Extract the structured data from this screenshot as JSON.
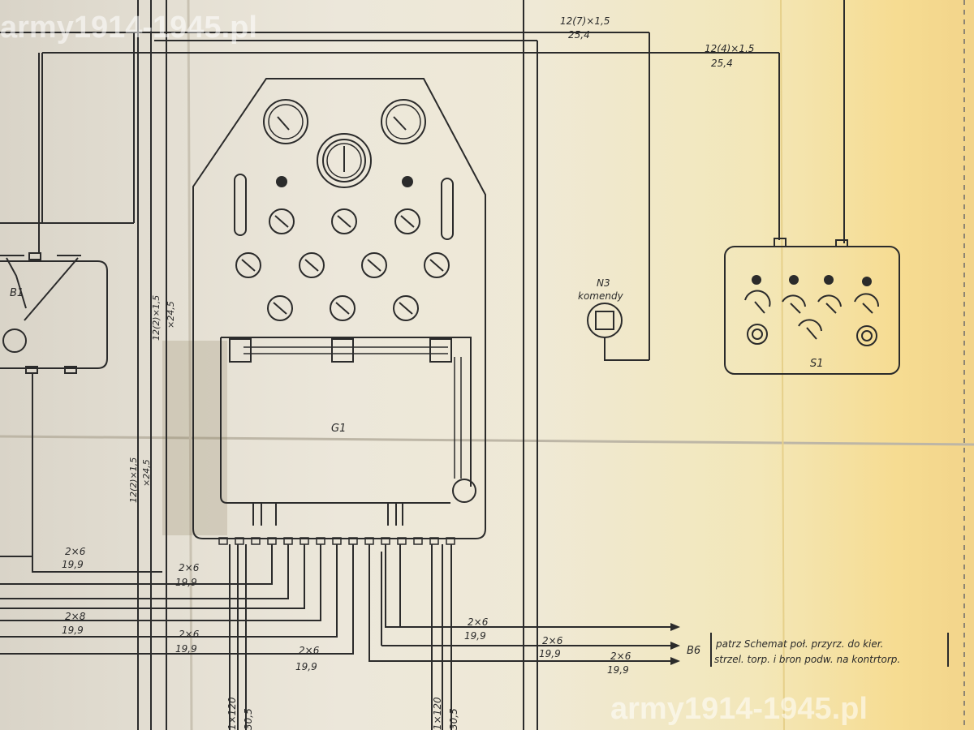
{
  "watermark_top": "army1914-1945.pl",
  "watermark_bottom": "army1914-1945.pl",
  "cable_top_1": {
    "spec": "12(7)×1,5",
    "len": "25,4"
  },
  "cable_top_2": {
    "spec": "12(4)×1,5",
    "len": "25,4"
  },
  "cable_left_1": {
    "spec": "12(2)×1,5",
    "len": "×24,5"
  },
  "cable_left_2": {
    "spec": "12(2)×1,5",
    "len": "×24,5"
  },
  "components": {
    "b1": "B1",
    "g1": "G1",
    "s1": "S1",
    "n3_code": "N3",
    "n3_name": "komendy"
  },
  "wires": [
    {
      "spec": "2×6",
      "len": "19,9"
    },
    {
      "spec": "2×6",
      "len": "19,9"
    },
    {
      "spec": "2×8",
      "len": "19,9"
    },
    {
      "spec": "2×6",
      "len": "19,9"
    },
    {
      "spec": "2×6",
      "len": "19,9"
    },
    {
      "spec": "2×6",
      "len": "19,9"
    },
    {
      "spec": "2×6",
      "len": "19,9"
    },
    {
      "spec": "2×6",
      "len": "19,9"
    }
  ],
  "bottom_cable_1": {
    "spec": "1×120",
    "len": "30,5"
  },
  "bottom_cable_2": {
    "spec": "1×120",
    "len": "30,5"
  },
  "note": {
    "code": "B6",
    "line1": "patrz Schemat poł. przyrz. do kier.",
    "line2": "strzel. torp. i bron podw. na kontrtorp."
  }
}
